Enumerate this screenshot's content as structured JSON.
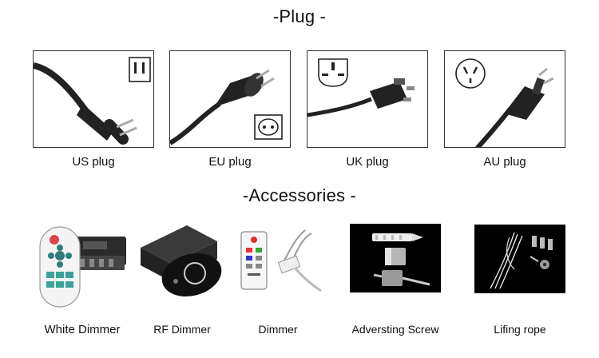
{
  "sections": {
    "plug_title": "-Plug -",
    "accessories_title": "-Accessories -"
  },
  "plugs": [
    {
      "label": "US plug",
      "icon": "us-plug-icon"
    },
    {
      "label": "EU plug",
      "icon": "eu-plug-icon"
    },
    {
      "label": "UK plug",
      "icon": "uk-plug-icon"
    },
    {
      "label": "AU plug",
      "icon": "au-plug-icon"
    }
  ],
  "accessories": [
    {
      "label": "White Dimmer",
      "icon": "white-dimmer-remote-icon"
    },
    {
      "label": "RF Dimmer",
      "icon": "rf-dimmer-controller-icon"
    },
    {
      "label": "Dimmer",
      "icon": "dimmer-remote-icon"
    },
    {
      "label": "Adversting Screw",
      "icon": "advertising-screw-icon"
    },
    {
      "label": "Lifing rope",
      "icon": "lifting-rope-icon"
    }
  ]
}
